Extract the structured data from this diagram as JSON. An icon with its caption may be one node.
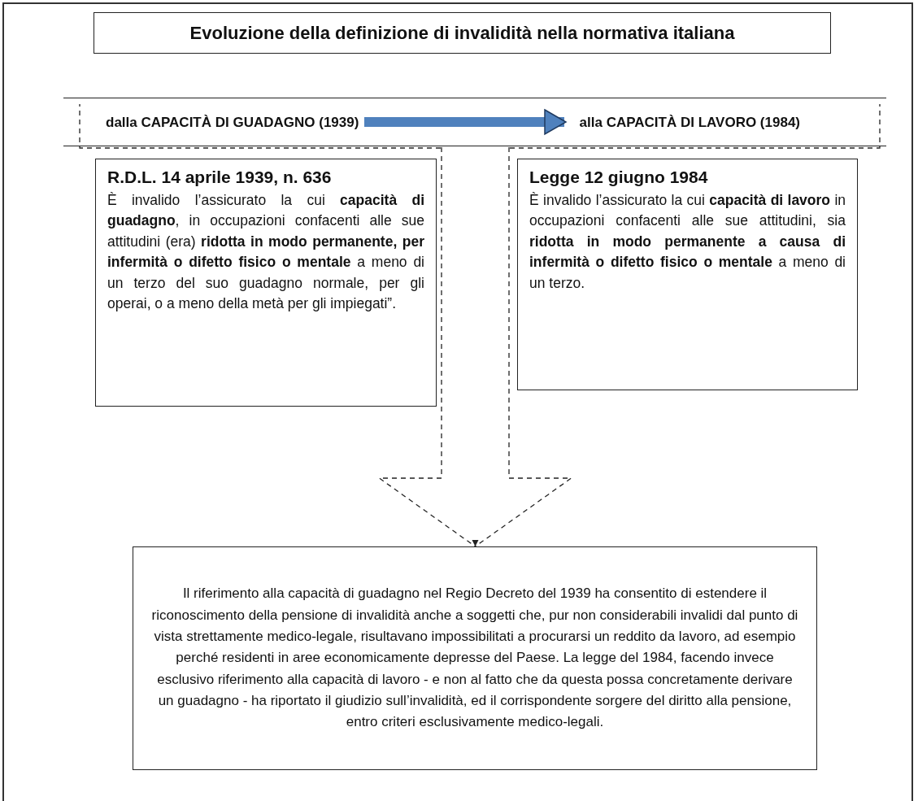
{
  "diagram": {
    "nodes": [
      {
        "text": [
          "Evoluzione della definizione di invalidità nella normativa italiana"
        ]
      },
      {
        "text": [],
        "shape": "box"
      },
      {
        "text": [
          "dalla CAPACITÀ DI GUADAGNO (1939)"
        ],
        "in": 1
      },
      {
        "text": [
          "alla CAPACITÀ DI LAVORO (1984)"
        ],
        "in": 1
      },
      {
        "text": [
          "R.D.L. 14 aprile 1939, n. 636",
          "È invalido l’assicurato la cui **capacità di guadagno**, in occupazioni confacenti alle sue attitudini (era) **ridotta in modo permanente, per infermità o difetto fisico o mentale** a meno di un terzo del suo guadagno normale, per gli operai, o a meno della metà per gli impiegati”."
        ]
      },
      {
        "text": [
          "Legge 12 giugno 1984",
          "È invalido l’assicurato la cui **capacità di lavoro** in occupazioni confacenti alle sue attitudini, sia **ridotta in modo permanente a causa di infermità o difetto fisico o mentale** a meno di un terzo."
        ]
      },
      {
        "text": [
          "Il riferimento alla capacità di guadagno nel Regio Decreto del 1939 ha consentito di estendere il riconoscimento della pensione di invalidità anche a soggetti che, pur non considerabili invalidi dal punto di vista strettamente medico-legale, risultavano impossibilitati a procurarsi un reddito da lavoro, ad esempio perché residenti in aree economicamente depresse del Paese.  La legge del 1984, facendo invece esclusivo riferimento alla capacità di lavoro - e non al fatto che da questa possa concretamente derivare un guadagno - ha riportato il giudizio sull’invalidità, ed il corrispondente sorgere del diritto alla pensione, entro criteri esclusivamente medico-legali."
        ]
      }
    ],
    "edges": [
      {
        "from": 2,
        "to": 3,
        "arrow": "to",
        "style": "thick",
        "color": "#4f81bd"
      },
      {
        "from": 1,
        "to": 6,
        "arrow": "to",
        "style": "dashed",
        "color": "#222222"
      }
    ]
  }
}
